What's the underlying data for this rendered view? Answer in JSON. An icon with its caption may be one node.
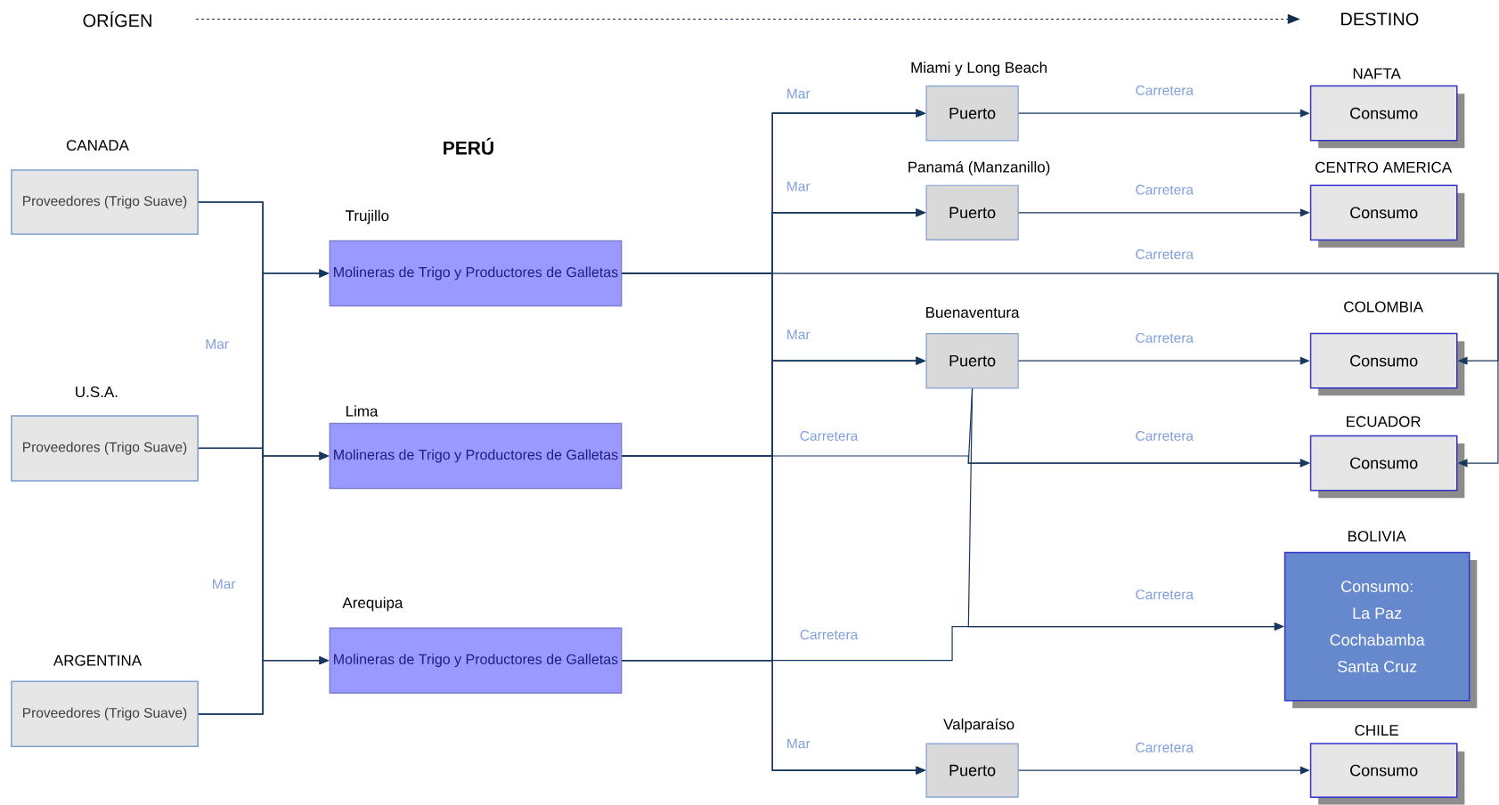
{
  "diagram": {
    "nodes": [
      {
        "text": [
          "CANADA",
          "Proveedores (Trigo Suave)"
        ]
      },
      {
        "text": [
          "U.S.A.",
          "Proveedores (Trigo Suave)"
        ]
      },
      {
        "text": [
          "ARGENTINA",
          "Proveedores (Trigo Suave)"
        ]
      },
      {
        "text": [
          "Trujillo",
          "Molineras de Trigo y Productores de Galletas"
        ]
      },
      {
        "text": [
          "Lima",
          "Molineras de Trigo y Productores de Galletas"
        ]
      },
      {
        "text": [
          "Arequipa",
          "Molineras de Trigo y Productores de Galletas"
        ]
      },
      {
        "text": [
          "Miami y Long Beach",
          "Puerto"
        ]
      },
      {
        "text": [
          "Panamá (Manzanillo)",
          "Puerto"
        ]
      },
      {
        "text": [
          "Buenaventura",
          "Puerto"
        ]
      },
      {
        "text": [
          "Valparaíso",
          "Puerto"
        ]
      },
      {
        "text": [
          "NAFTA",
          "Consumo"
        ]
      },
      {
        "text": [
          "CENTRO AMERICA",
          "Consumo"
        ]
      },
      {
        "text": [
          "COLOMBIA",
          "Consumo"
        ]
      },
      {
        "text": [
          "ECUADOR",
          "Consumo"
        ]
      },
      {
        "text": [
          "BOLIVIA",
          "Consumo:",
          "La Paz",
          "Cochabamba",
          "Santa Cruz"
        ]
      },
      {
        "text": [
          "CHILE",
          "Consumo"
        ]
      }
    ],
    "edges": [
      {
        "from": 0,
        "to": 3,
        "arrow": "to"
      },
      {
        "from": 0,
        "to": 4,
        "arrow": "to"
      },
      {
        "from": 0,
        "to": 5,
        "arrow": "to"
      },
      {
        "from": 1,
        "to": 3,
        "arrow": "to"
      },
      {
        "from": 1,
        "to": 4,
        "arrow": "to"
      },
      {
        "from": 1,
        "to": 5,
        "arrow": "to"
      },
      {
        "from": 2,
        "to": 3,
        "arrow": "to"
      },
      {
        "from": 2,
        "to": 4,
        "arrow": "to"
      },
      {
        "from": 2,
        "to": 5,
        "arrow": "to"
      },
      {
        "from": 3,
        "to": 6,
        "arrow": "to"
      },
      {
        "from": 3,
        "to": 7,
        "arrow": "to"
      },
      {
        "from": 3,
        "to": 8,
        "arrow": "to"
      },
      {
        "from": 3,
        "to": 9,
        "arrow": "to"
      },
      {
        "from": 4,
        "to": 6,
        "arrow": "to"
      },
      {
        "from": 4,
        "to": 7,
        "arrow": "to"
      },
      {
        "from": 4,
        "to": 8,
        "arrow": "to"
      },
      {
        "from": 4,
        "to": 9,
        "arrow": "to"
      },
      {
        "from": 5,
        "to": 6,
        "arrow": "to"
      },
      {
        "from": 5,
        "to": 7,
        "arrow": "to"
      },
      {
        "from": 5,
        "to": 8,
        "arrow": "to"
      },
      {
        "from": 5,
        "to": 9,
        "arrow": "to"
      },
      {
        "from": 6,
        "to": 10,
        "arrow": "to",
        "label": "Carretera"
      },
      {
        "from": 7,
        "to": 11,
        "arrow": "to",
        "label": "Carretera"
      },
      {
        "from": 8,
        "to": 12,
        "arrow": "to",
        "label": "Carretera"
      },
      {
        "from": 8,
        "to": 13,
        "arrow": "to"
      },
      {
        "from": 8,
        "to": 14,
        "arrow": "to"
      },
      {
        "from": 9,
        "to": 15,
        "arrow": "to",
        "label": "Carretera"
      },
      {
        "from": 3,
        "to": 12,
        "arrow": "to"
      },
      {
        "from": 3,
        "to": 13,
        "arrow": "to"
      },
      {
        "from": 4,
        "to": 13,
        "arrow": "to"
      },
      {
        "from": 5,
        "to": 14,
        "arrow": "to"
      }
    ],
    "labels": [
      "ORÍGEN",
      "DESTINO",
      "PERÚ",
      "Mar",
      "Mar",
      "Mar",
      "Mar",
      "Mar",
      "Mar",
      "Carretera",
      "Carretera",
      "Carretera",
      "Carretera",
      "Carretera"
    ]
  }
}
